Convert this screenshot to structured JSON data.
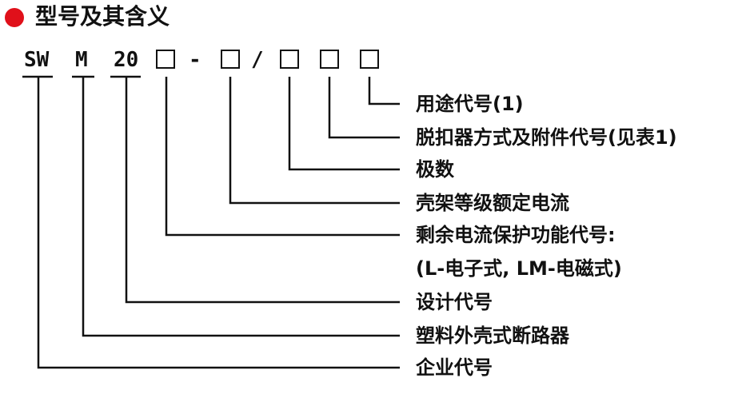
{
  "title": "型号及其含义",
  "accent_color": "#e0101a",
  "code": {
    "company": "SW",
    "frame_type": "M",
    "design": "20",
    "separator_dash": "-",
    "separator_slash": "/"
  },
  "legend": [
    "用途代号(1)",
    "脱扣器方式及附件代号(见表1)",
    "极数",
    "壳架等级额定电流",
    "剩余电流保护功能代号:",
    "(L-电子式, LM-电磁式)",
    "设计代号",
    "塑料外壳式断路器",
    "企业代号"
  ]
}
